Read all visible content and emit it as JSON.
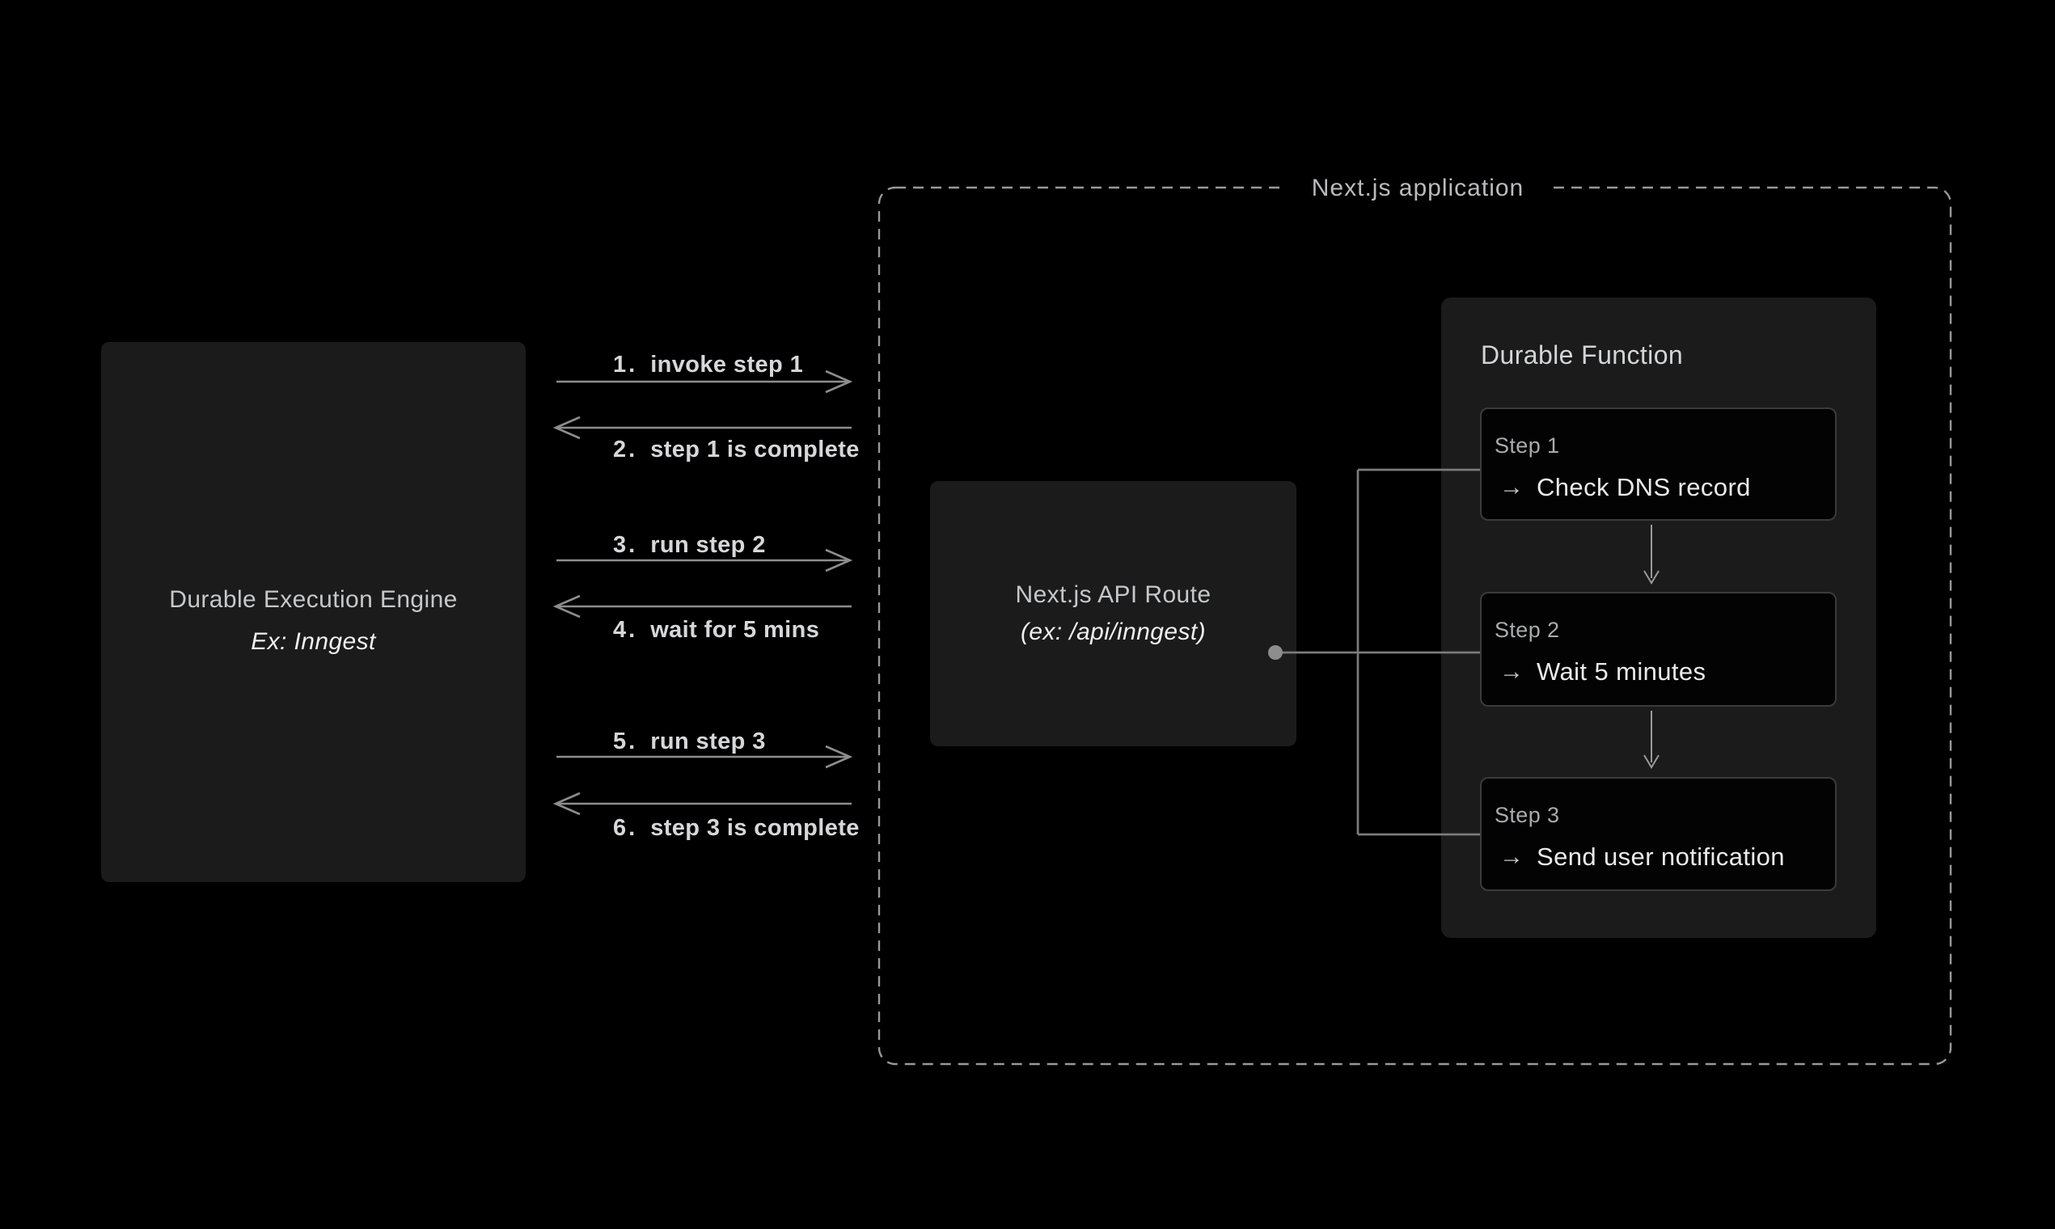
{
  "colors": {
    "background": "#000000",
    "box_bg": "#1b1b1c",
    "step_box_bg": "#030303",
    "step_box_border": "#3b3b3c",
    "arrow_line": "#8d8d8d",
    "connector_line": "#7b7b7c",
    "dashed_border": "#989898",
    "title_text": "#c6c7c8",
    "bright_text": "#f0f0f0"
  },
  "engine_box": {
    "title": "Durable Execution Engine",
    "subtitle": "Ex: Inngest"
  },
  "messages": [
    {
      "num": "1.",
      "label": "invoke step 1",
      "direction": "right"
    },
    {
      "num": "2.",
      "label": "step 1 is complete",
      "direction": "left"
    },
    {
      "num": "3.",
      "label": "run step 2",
      "direction": "right"
    },
    {
      "num": "4.",
      "label": "wait for 5 mins",
      "direction": "left"
    },
    {
      "num": "5.",
      "label": "run step 3",
      "direction": "right"
    },
    {
      "num": "6.",
      "label": "step 3 is complete",
      "direction": "left"
    }
  ],
  "app_container": {
    "label": "Next.js application"
  },
  "api_route_box": {
    "title": "Next.js API Route",
    "subtitle": "(ex: /api/inngest)"
  },
  "durable_function": {
    "title": "Durable Function",
    "arrow_glyph": "→",
    "steps": [
      {
        "label": "Step 1",
        "action": "Check DNS record"
      },
      {
        "label": "Step 2",
        "action": "Wait 5 minutes"
      },
      {
        "label": "Step 3",
        "action": "Send user notification"
      }
    ]
  }
}
